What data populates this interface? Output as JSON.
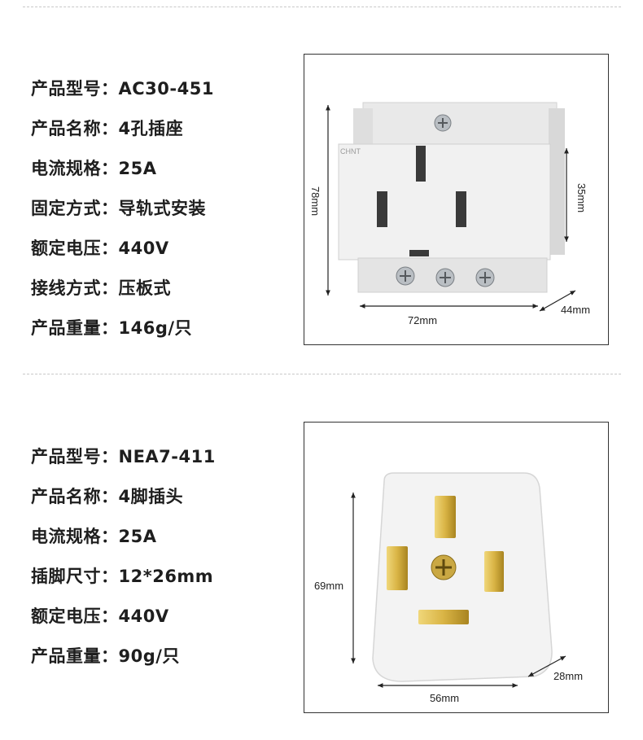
{
  "product1": {
    "specs": [
      {
        "label": "产品型号：",
        "value": "AC30-451"
      },
      {
        "label": "产品名称：",
        "value": "4孔插座"
      },
      {
        "label": "电流规格：",
        "value": "25A"
      },
      {
        "label": "固定方式：",
        "value": "导轨式安装"
      },
      {
        "label": "额定电压：",
        "value": "440V"
      },
      {
        "label": "接线方式：",
        "value": "压板式"
      },
      {
        "label": "产品重量：",
        "value": "146g/只"
      }
    ],
    "dimensions": {
      "height": "78mm",
      "width": "72mm",
      "depth": "44mm",
      "inner_height": "35mm"
    },
    "brand_mark": "CHNT"
  },
  "product2": {
    "specs": [
      {
        "label": "产品型号：",
        "value": "NEA7-411"
      },
      {
        "label": "产品名称：",
        "value": "4脚插头"
      },
      {
        "label": "电流规格：",
        "value": "25A"
      },
      {
        "label": "插脚尺寸：",
        "value": "12*26mm"
      },
      {
        "label": "额定电压：",
        "value": "440V"
      },
      {
        "label": "产品重量：",
        "value": "90g/只"
      }
    ],
    "dimensions": {
      "height": "69mm",
      "width": "56mm",
      "depth": "28mm"
    }
  }
}
